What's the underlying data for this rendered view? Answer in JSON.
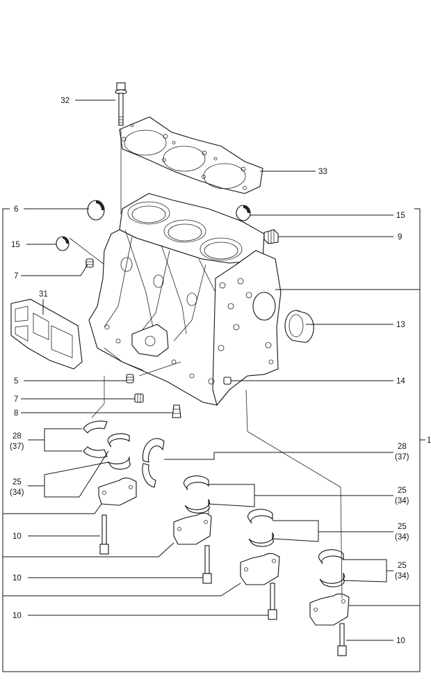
{
  "diagram": {
    "callouts": {
      "c1": "1",
      "c5": "5",
      "c6": "6",
      "c7a": "7",
      "c7b": "7",
      "c8": "8",
      "c9": "9",
      "c10a": "10",
      "c10b": "10",
      "c10c": "10",
      "c10d": "10",
      "c13": "13",
      "c14": "14",
      "c15a": "15",
      "c15b": "15",
      "c25a": "25",
      "c34a": "(34)",
      "c25b": "25",
      "c34b": "(34)",
      "c25c": "25",
      "c34c": "(34)",
      "c25d": "25",
      "c34d": "(34)",
      "c28a": "28",
      "c37a": "(37)",
      "c28b": "28",
      "c37b": "(37)",
      "c31": "31",
      "c32": "32",
      "c33": "33"
    }
  }
}
